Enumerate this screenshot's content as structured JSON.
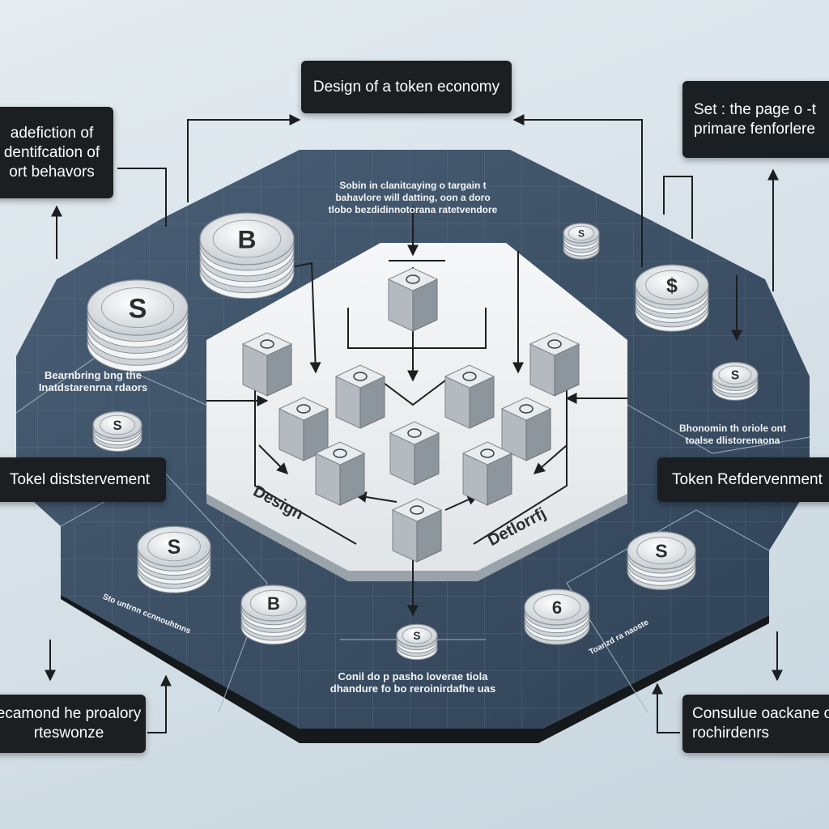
{
  "title": "Design of a token economy",
  "labels": {
    "top_left": [
      "adefiction of",
      "dentifcation of",
      "ort behavors"
    ],
    "top_right": [
      "Set : the page o -t",
      "primare fenforlere"
    ],
    "mid_left": "Tokel diststervement",
    "mid_right": "Token Refdervenment",
    "bottom_left": [
      "ecamond he proalory",
      "rteswonze"
    ],
    "bottom_right": [
      "Consulue oackane of",
      "rochirdenrs"
    ]
  },
  "platform_text": {
    "top_center": [
      "Sobin in clanitcaying o targain t",
      "bahavlore will datting, oon a doro",
      "tlobo bezdidinnotorana ratetvendore"
    ],
    "left": [
      "Bearnbring bng the",
      "Inatdstarenrna rdaors"
    ],
    "right": [
      "Bhonomin th oriole ont",
      "toalse dlistorenaona"
    ],
    "bottom_center": [
      "Conil do p pasho loverae tiola",
      "dhandure fo bo reroinirdafhe uas"
    ],
    "bottom_left_diag": "Sto untrnn ccnnouhtnns",
    "bottom_right_diag": "Toanzd ra naoste"
  },
  "hex_text": {
    "left": "Design",
    "right": "Detlorrfj"
  },
  "coins": {
    "symbols": [
      "B",
      "S",
      "S",
      "$",
      "S",
      "S",
      "S",
      "B",
      "S",
      "6",
      "S"
    ]
  },
  "colors": {
    "platform": "#3d5268",
    "platform_edge": "#15191c",
    "hex": "#eef0f1",
    "label_bg": "#1c1f21"
  }
}
